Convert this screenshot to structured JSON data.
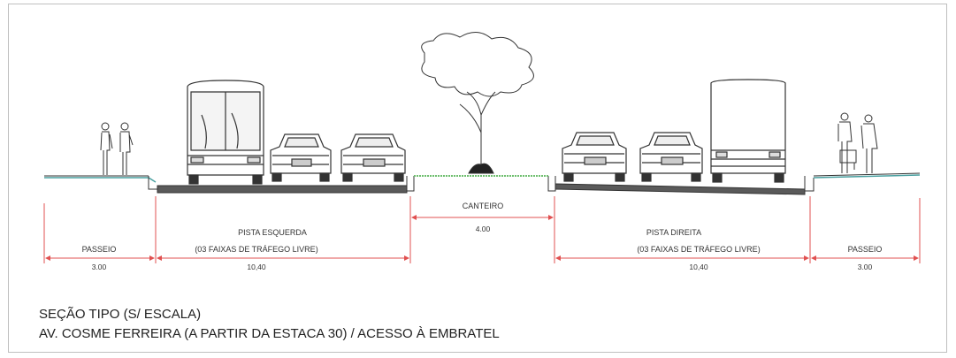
{
  "sections": {
    "passeio_esquerdo": {
      "name": "PASSEIO",
      "width": "3.00"
    },
    "pista_esquerda": {
      "name": "PISTA ESQUERDA",
      "lanes": "(03 FAIXAS DE TRÁFEGO LIVRE)",
      "width": "10,40"
    },
    "canteiro": {
      "name": "CANTEIRO",
      "width": "4.00"
    },
    "pista_direita": {
      "name": "PISTA DIREITA",
      "lanes": "(03 FAIXAS DE TRÁFEGO LIVRE)",
      "width": "10,40"
    },
    "passeio_direito": {
      "name": "PASSEIO",
      "width": "3.00"
    }
  },
  "title": {
    "line1": "SEÇÃO TIPO (S/ ESCALA)",
    "line2": "AV. COSME FERREIRA (A PARTIR DA ESTACA 30) / ACESSO À EMBRATEL"
  },
  "colors": {
    "dimension": "#e05050",
    "road": "#333333",
    "sidewalk": "#4aa0a0",
    "median_grass": "#6fbf6f"
  }
}
